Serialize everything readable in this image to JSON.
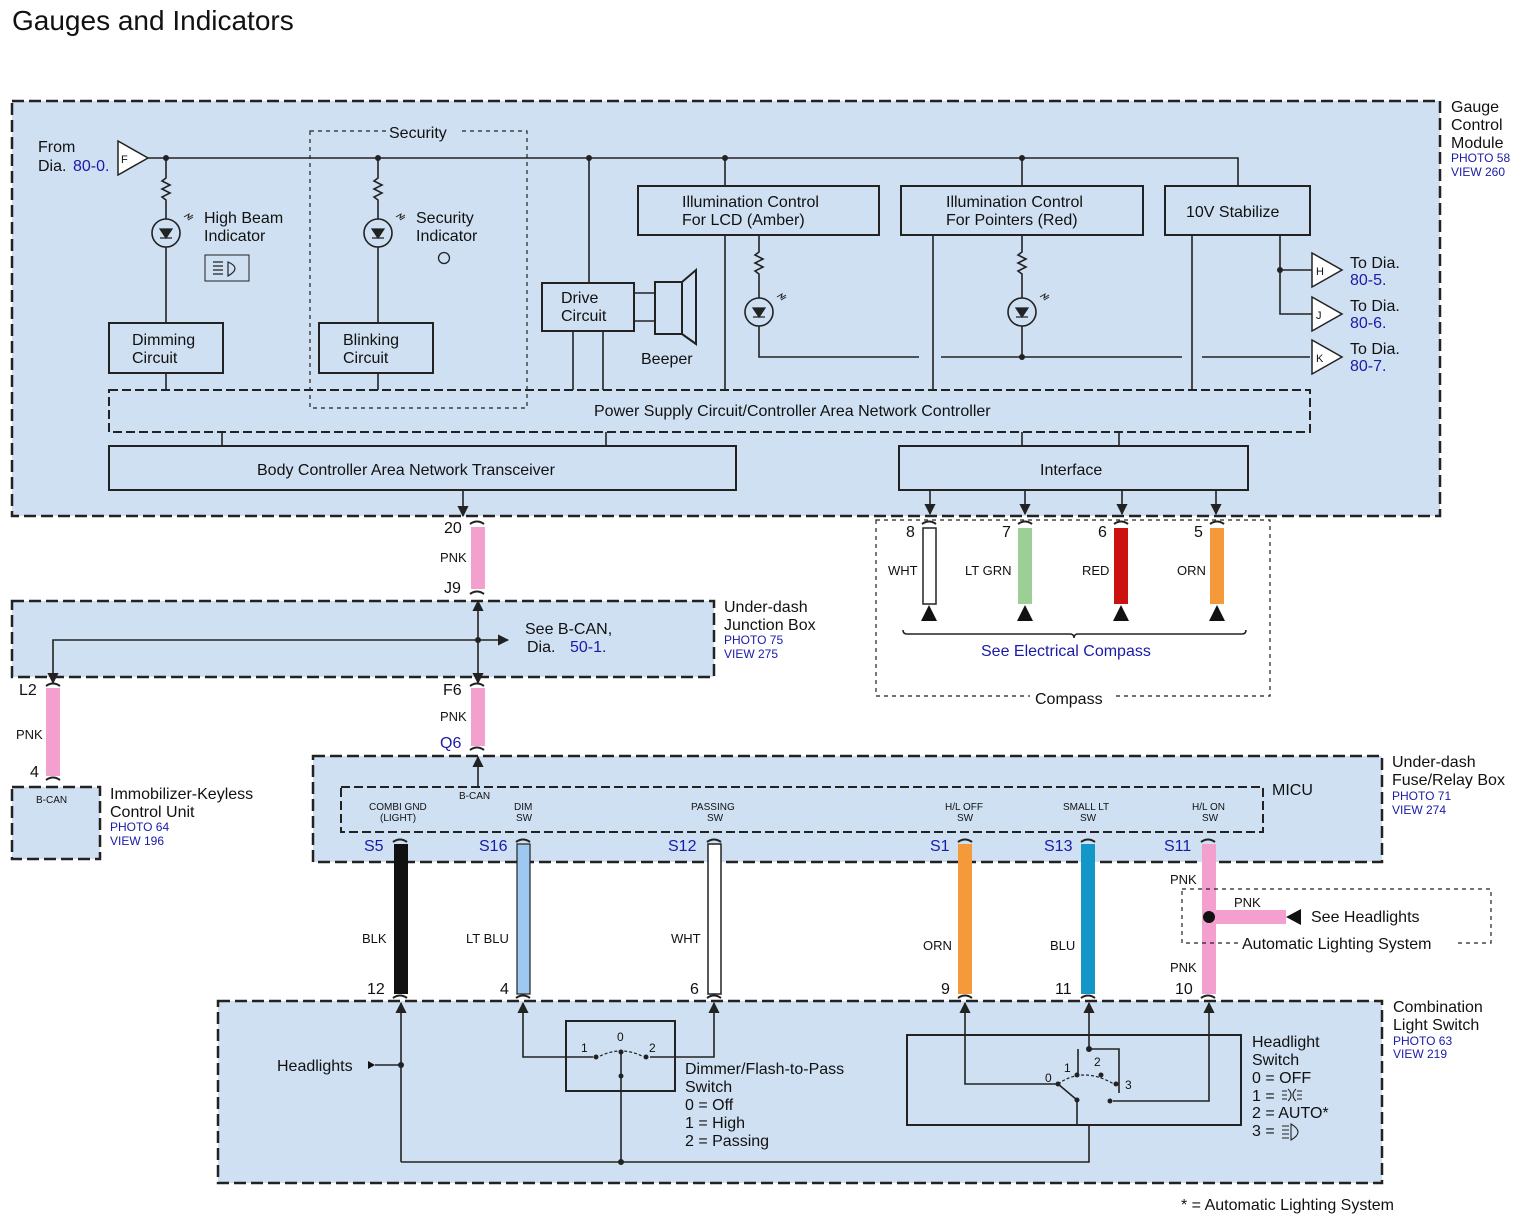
{
  "title": "Gauges and Indicators",
  "footnote": "* = Automatic Lighting System",
  "colors": {
    "PNK": "#f4a0cf",
    "WHT": "#ffffff",
    "LT GRN": "#9ccf96",
    "RED": "#cc1111",
    "ORN": "#f59a3a",
    "BLK": "#111111",
    "LT BLU": "#9ec8f0",
    "BLU": "#1596c8",
    "panel": "#cfe0f2"
  },
  "gcm": {
    "name_lines": [
      "Gauge",
      "Control",
      "Module"
    ],
    "photo": "PHOTO 58",
    "view": "VIEW 260",
    "from_label": "From",
    "from_dia": "Dia.",
    "from_ref": "80-0.",
    "from_conn": "F",
    "security": "Security",
    "high_beam": [
      "High Beam",
      "Indicator"
    ],
    "security_ind": [
      "Security",
      "Indicator"
    ],
    "dimming": [
      "Dimming",
      "Circuit"
    ],
    "blinking": [
      "Blinking",
      "Circuit"
    ],
    "drive": [
      "Drive",
      "Circuit"
    ],
    "beeper": "Beeper",
    "illum_lcd": [
      "Illumination Control",
      "For LCD (Amber)"
    ],
    "illum_ptr": [
      "Illumination Control",
      "For Pointers (Red)"
    ],
    "stabilize": "10V Stabilize",
    "outputs": [
      {
        "conn": "H",
        "label": "To Dia.",
        "ref": "80-5."
      },
      {
        "conn": "J",
        "label": "To Dia.",
        "ref": "80-6."
      },
      {
        "conn": "K",
        "label": "To Dia.",
        "ref": "80-7."
      }
    ],
    "power_supply": "Power Supply Circuit/Controller Area Network Controller",
    "transceiver": "Body Controller Area Network Transceiver",
    "interface": "Interface"
  },
  "compass": {
    "label": "Compass",
    "link": "See Electrical Compass",
    "wires": [
      {
        "pin": "8",
        "color": "WHT"
      },
      {
        "pin": "7",
        "color": "LT GRN"
      },
      {
        "pin": "6",
        "color": "RED"
      },
      {
        "pin": "5",
        "color": "ORN"
      }
    ]
  },
  "bcan_wire": {
    "top_pin": "20",
    "color": "PNK",
    "bottom_pin": "J9"
  },
  "junction": {
    "name_lines": [
      "Under-dash",
      "Junction Box"
    ],
    "photo": "PHOTO 75",
    "view": "VIEW 275",
    "see": "See B-CAN,",
    "dia": "Dia.",
    "ref": "50-1.",
    "left_pin": "L2",
    "right_pin": "F6"
  },
  "wire_l2": {
    "color": "PNK",
    "bottom_pin": "4"
  },
  "wire_f6": {
    "color": "PNK",
    "bottom_pin": "Q6"
  },
  "immobilizer": {
    "name_lines": [
      "Immobilizer-Keyless",
      "Control Unit"
    ],
    "photo": "PHOTO 64",
    "view": "VIEW 196",
    "inner": "B-CAN"
  },
  "fuse_box": {
    "name_lines": [
      "Under-dash",
      "Fuse/Relay Box"
    ],
    "photo": "PHOTO 71",
    "view": "VIEW 274",
    "micu": "MICU",
    "bcan": "B-CAN",
    "inputs": [
      {
        "l1": "COMBI GND",
        "l2": "(LIGHT)",
        "pin": "S5",
        "color": "BLK",
        "bottom": "12"
      },
      {
        "l1": "DIM",
        "l2": "SW",
        "pin": "S16",
        "color": "LT BLU",
        "bottom": "4"
      },
      {
        "l1": "PASSING",
        "l2": "SW",
        "pin": "S12",
        "color": "WHT",
        "bottom": "6"
      },
      {
        "l1": "H/L OFF",
        "l2": "SW",
        "pin": "S1",
        "color": "ORN",
        "bottom": "9"
      },
      {
        "l1": "SMALL LT",
        "l2": "SW",
        "pin": "S13",
        "color": "BLU",
        "bottom": "11"
      },
      {
        "l1": "H/L ON",
        "l2": "SW",
        "pin": "S11",
        "color": "PNK",
        "bottom": "10"
      }
    ]
  },
  "auto_light": {
    "top_color": "PNK",
    "side_color": "PNK",
    "bottom_color": "PNK",
    "see": "See Headlights",
    "system": "Automatic Lighting System"
  },
  "combination": {
    "name_lines": [
      "Combination",
      "Light Switch"
    ],
    "photo": "PHOTO 63",
    "view": "VIEW 219",
    "headlights": "Headlights",
    "dimmer_title": [
      "Dimmer/Flash-to-Pass",
      "Switch"
    ],
    "dimmer_pos": [
      "0 = Off",
      "1 = High",
      "2 = Passing"
    ],
    "dimmer_nums": [
      "1",
      "0",
      "2"
    ],
    "hl_title": [
      "Headlight",
      "Switch"
    ],
    "hl_pos": [
      "0 = OFF",
      "1 =",
      "2 = AUTO*",
      "3 ="
    ],
    "hl_nums": [
      "0",
      "1",
      "2",
      "3"
    ]
  }
}
